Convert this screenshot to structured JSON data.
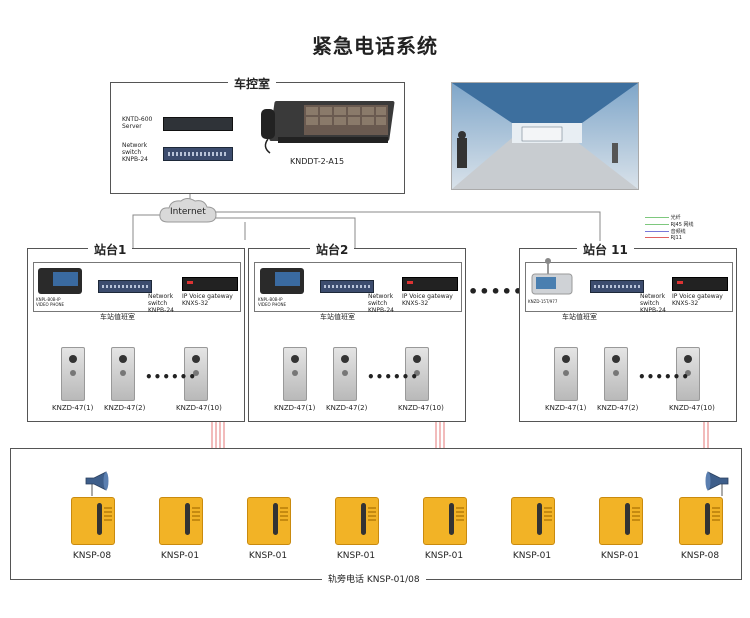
{
  "title": "紧急电话系统",
  "control_room": {
    "label": "车控室",
    "server_label": "KNTD-600\nServer",
    "switch_label": "Network\nswitch\nKNPB-24",
    "console_label": "KNDDT-2-A15"
  },
  "internet_label": "Internet",
  "legend": [
    {
      "label": "光纤",
      "color": "#7ec87e"
    },
    {
      "label": "RJ45 网线",
      "color": "#7ec87e"
    },
    {
      "label": "音频线",
      "color": "#7878d8"
    },
    {
      "label": "RJ11",
      "color": "#e06060"
    }
  ],
  "stations": [
    {
      "label": "站台1",
      "room_label": "车站值班室",
      "phone_label": "KNPL-B0B-IP\nVIDEO PHONE",
      "switch_label": "Network\nswitch\nKNPB-24",
      "gateway_label": "IP Voice gateway\nKNXS-32",
      "intercoms": [
        "KNZD-47(1)",
        "KNZD-47(2)",
        "KNZD-47(10)"
      ],
      "dots": "••••••"
    },
    {
      "label": "站台2",
      "room_label": "车站值班室",
      "phone_label": "KNPL-B0B-IP\nVIDEO PHONE",
      "switch_label": "Network\nswitch\nKNPB-24",
      "gateway_label": "IP Voice gateway\nKNXS-32",
      "intercoms": [
        "KNZD-47(1)",
        "KNZD-47(2)",
        "KNZD-47(10)"
      ],
      "dots": "••••••"
    },
    {
      "label": "站台 11",
      "room_label": "车站值班室",
      "phone_label": "KNZD-15T/977",
      "switch_label": "Network\nswitch\nKNPB-24",
      "gateway_label": "IP Voice gateway\nKNXS-32",
      "intercoms": [
        "KNZD-47(1)",
        "KNZD-47(2)",
        "KNZD-47(10)"
      ],
      "dots": "••••••"
    }
  ],
  "middle_dots": "••••••",
  "track": {
    "label": "轨旁电话  KNSP-01/08",
    "phones": [
      "KNSP-08",
      "KNSP-01",
      "KNSP-01",
      "KNSP-01",
      "KNSP-01",
      "KNSP-01",
      "KNSP-01",
      "KNSP-08"
    ]
  },
  "colors": {
    "fiber": "#7ec87e",
    "rj11": "#e06060",
    "network": "#7878d8",
    "phone_yellow": "#f2b326"
  }
}
